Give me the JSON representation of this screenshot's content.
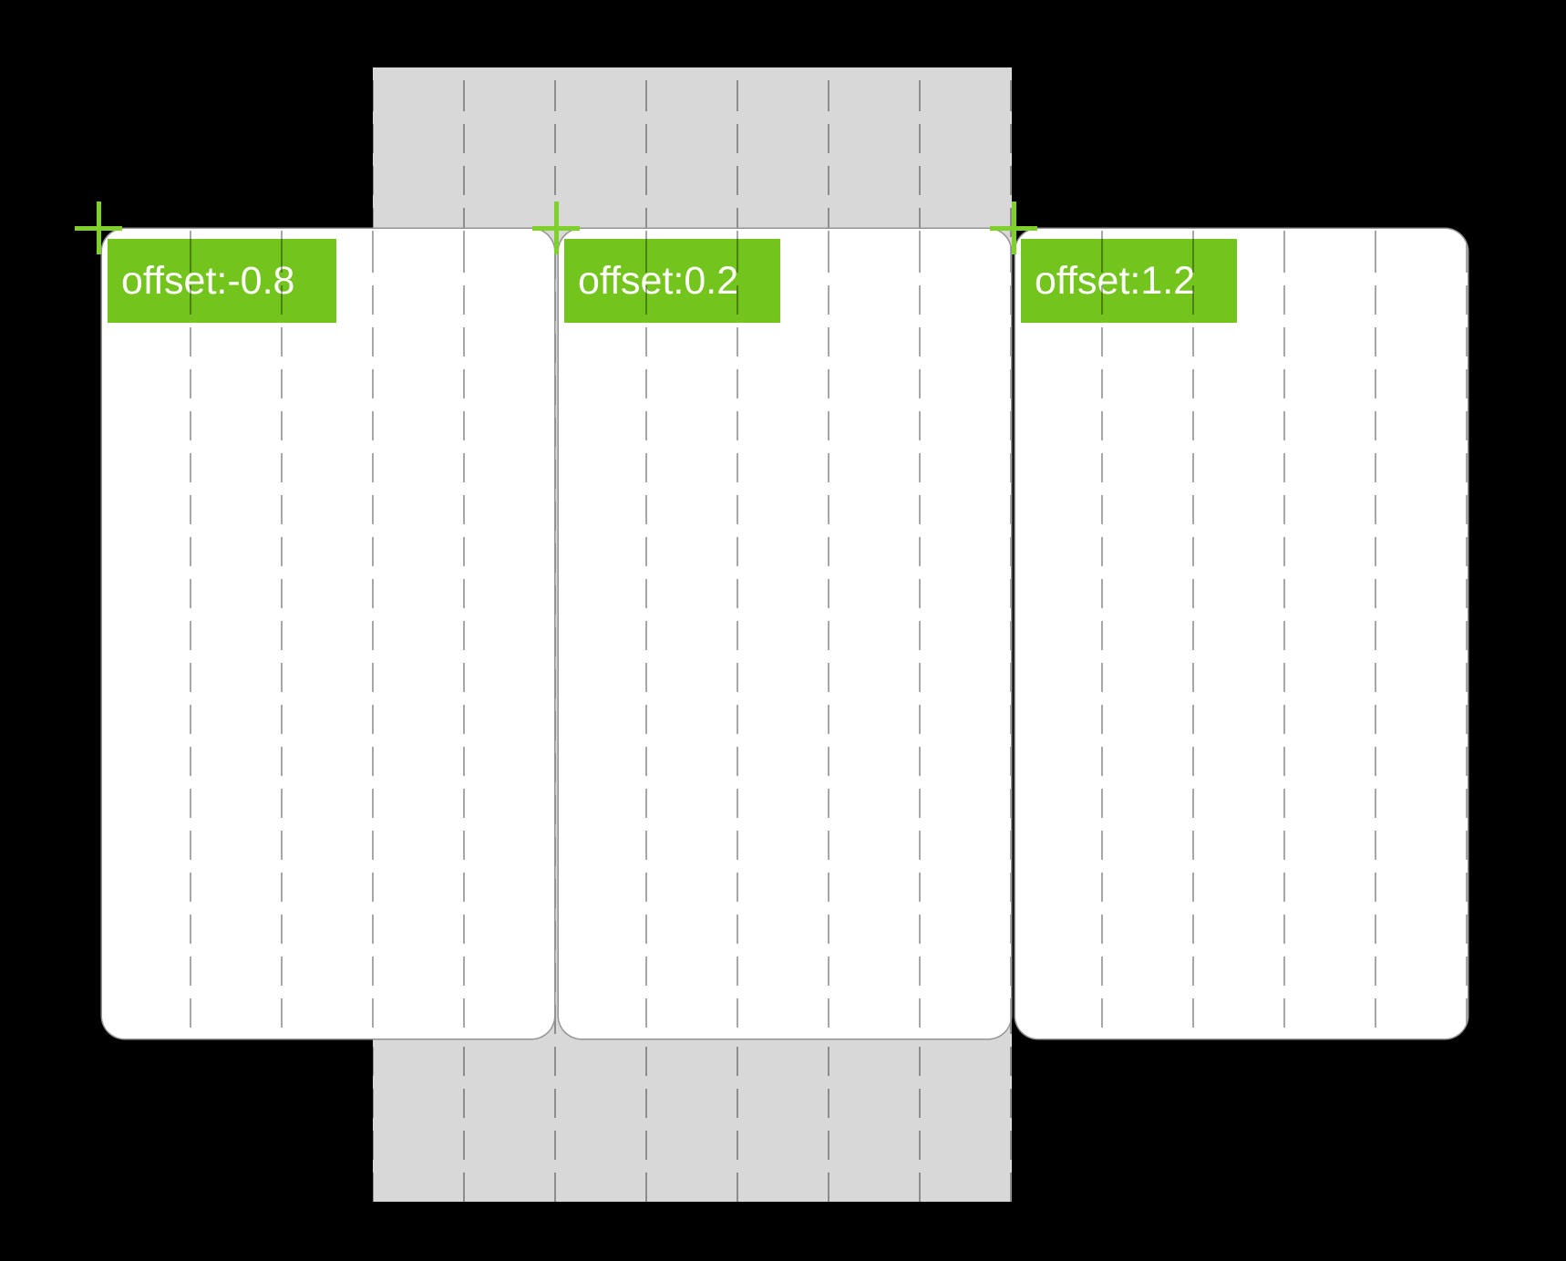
{
  "colors": {
    "background": "#000000",
    "viewport_band": "#d8d8d8",
    "card_fill": "#ffffff",
    "card_stroke": "#959595",
    "dash_line": "rgba(0,0,0,0.35)",
    "badge_fill": "#74c41e",
    "badge_text": "#ffffff",
    "marker_green": "#7fd028"
  },
  "pages": [
    {
      "offset_label": "offset:-0.8"
    },
    {
      "offset_label": "offset:0.2"
    },
    {
      "offset_label": "offset:1.2"
    }
  ]
}
